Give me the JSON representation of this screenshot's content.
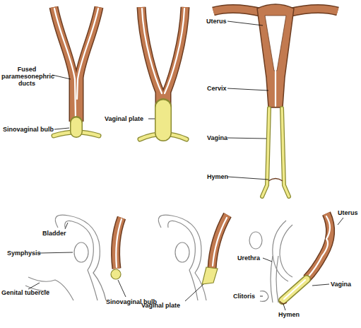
{
  "diagram": {
    "labels": [
      "Fused paramesonephric ducts",
      "Sinovaginal bulb",
      "Vaginal plate",
      "Uterus",
      "Cervix",
      "Vagina",
      "Hymen",
      "Bladder",
      "Symphysis",
      "Genital tubercle",
      "Sinovaginal bulb",
      "Vaginal plate",
      "Uterus",
      "Urethra",
      "Vagina",
      "Clitoris",
      "Hymen"
    ]
  }
}
